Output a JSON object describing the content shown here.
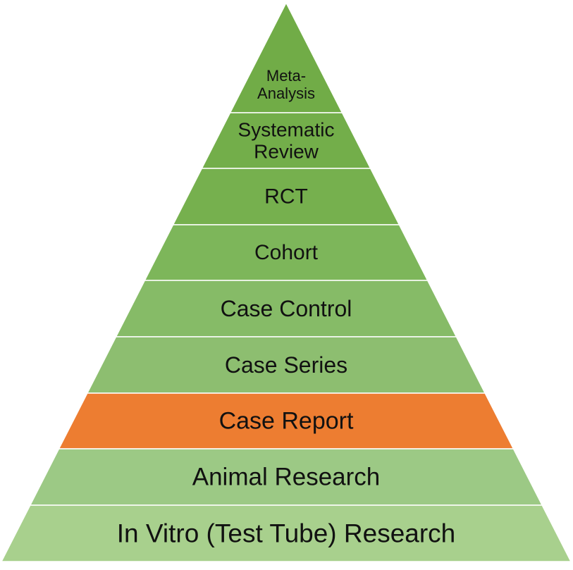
{
  "pyramid": {
    "levels": [
      {
        "lines": [
          "Meta-",
          "Analysis"
        ],
        "color": "#71ac47",
        "highlight": false
      },
      {
        "lines": [
          "Systematic",
          "Review"
        ],
        "color": "#73ae4a",
        "highlight": false
      },
      {
        "lines": [
          "RCT"
        ],
        "color": "#76b04e",
        "highlight": false
      },
      {
        "lines": [
          "Cohort"
        ],
        "color": "#7db65a",
        "highlight": false
      },
      {
        "lines": [
          "Case Control"
        ],
        "color": "#86bb67",
        "highlight": false
      },
      {
        "lines": [
          "Case Series"
        ],
        "color": "#8dbe70",
        "highlight": false
      },
      {
        "lines": [
          "Case Report"
        ],
        "color": "#ed7d31",
        "highlight": true
      },
      {
        "lines": [
          "Animal Research"
        ],
        "color": "#9cc985",
        "highlight": false
      },
      {
        "lines": [
          "In Vitro (Test Tube) Research"
        ],
        "color": "#a8d08d",
        "highlight": false
      }
    ],
    "separator_color": "#ffffff"
  }
}
